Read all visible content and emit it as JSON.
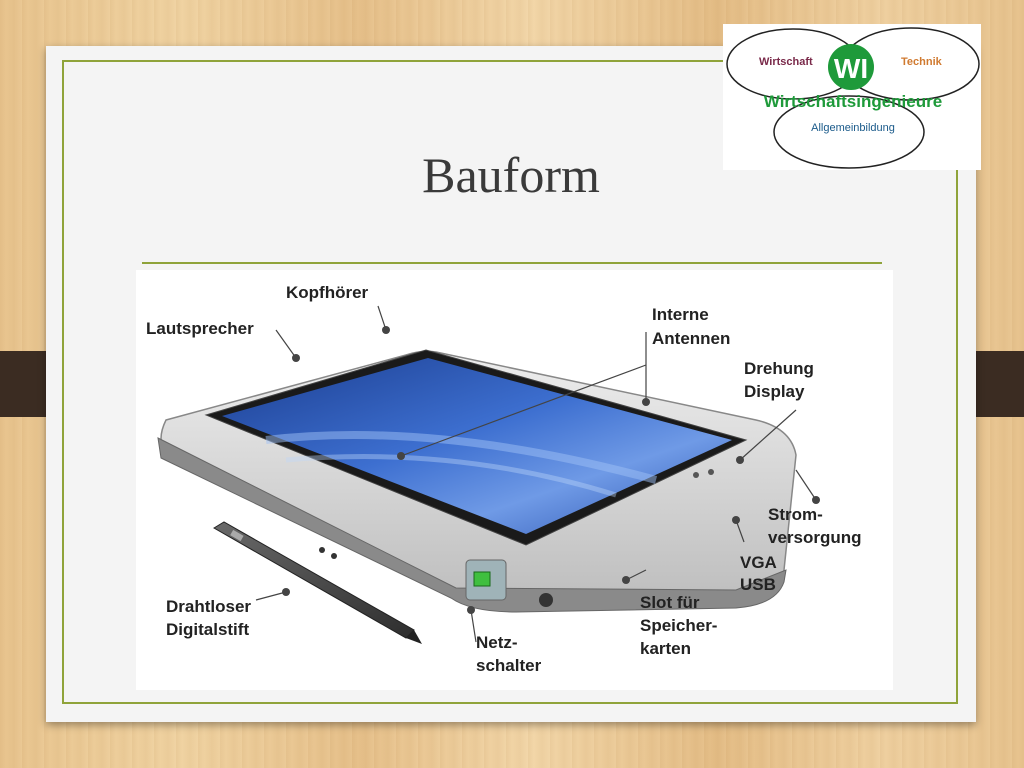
{
  "slide": {
    "title": "Bauform"
  },
  "logo": {
    "left_label": "Wirtschaft",
    "right_label": "Technik",
    "center_mark": "WI",
    "main_label": "Wirtschaftsingenieure",
    "bottom_label": "Allgemeinbildung",
    "colors": {
      "left": "#7a2a4a",
      "right": "#d07a30",
      "green": "#1e9a3a",
      "bottom": "#1a5a8a"
    }
  },
  "diagram": {
    "labels": {
      "kopfhoerer": "Kopfhörer",
      "lautsprecher": "Lautsprecher",
      "antennen_1": "Interne",
      "antennen_2": "Antennen",
      "drehung_1": "Drehung",
      "drehung_2": "Display",
      "strom_1": "Strom-",
      "strom_2": "versorgung",
      "vga_1": "VGA",
      "vga_2": "USB",
      "slot_1": "Slot für",
      "slot_2": "Speicher-",
      "slot_3": "karten",
      "netz_1": "Netz-",
      "netz_2": "schalter",
      "stift_1": "Drahtloser",
      "stift_2": "Digitalstift"
    }
  }
}
